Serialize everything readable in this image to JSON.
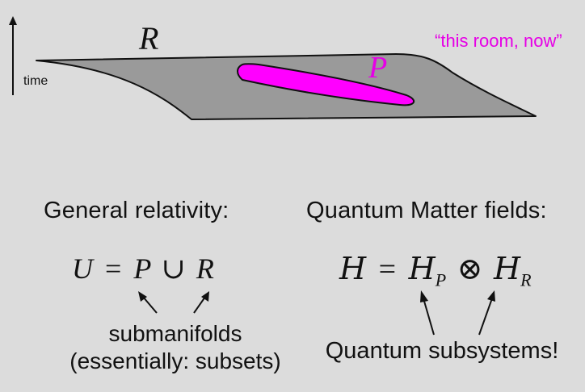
{
  "diagram": {
    "time_label": "time",
    "region_R_label": "R",
    "region_P_label": "P",
    "annotation": "“this room, now”",
    "colors": {
      "background": "#dcdcdc",
      "surface_fill": "#9a9a9a",
      "region_fill": "#ff00ff",
      "annotation": "#e600e6"
    }
  },
  "left": {
    "heading": "General relativity:",
    "eq_U": "U",
    "eq_eq": "=",
    "eq_P": "P",
    "eq_union": "∪",
    "eq_R": "R",
    "note_line1": "submanifolds",
    "note_line2": "(essentially: subsets)"
  },
  "right": {
    "heading": "Quantum Matter fields:",
    "eq_H": "H",
    "eq_eq": "=",
    "eq_HP": "H",
    "eq_HP_sub": "P",
    "eq_otimes": "⊗",
    "eq_HR": "H",
    "eq_HR_sub": "R",
    "note": "Quantum subsystems!"
  }
}
